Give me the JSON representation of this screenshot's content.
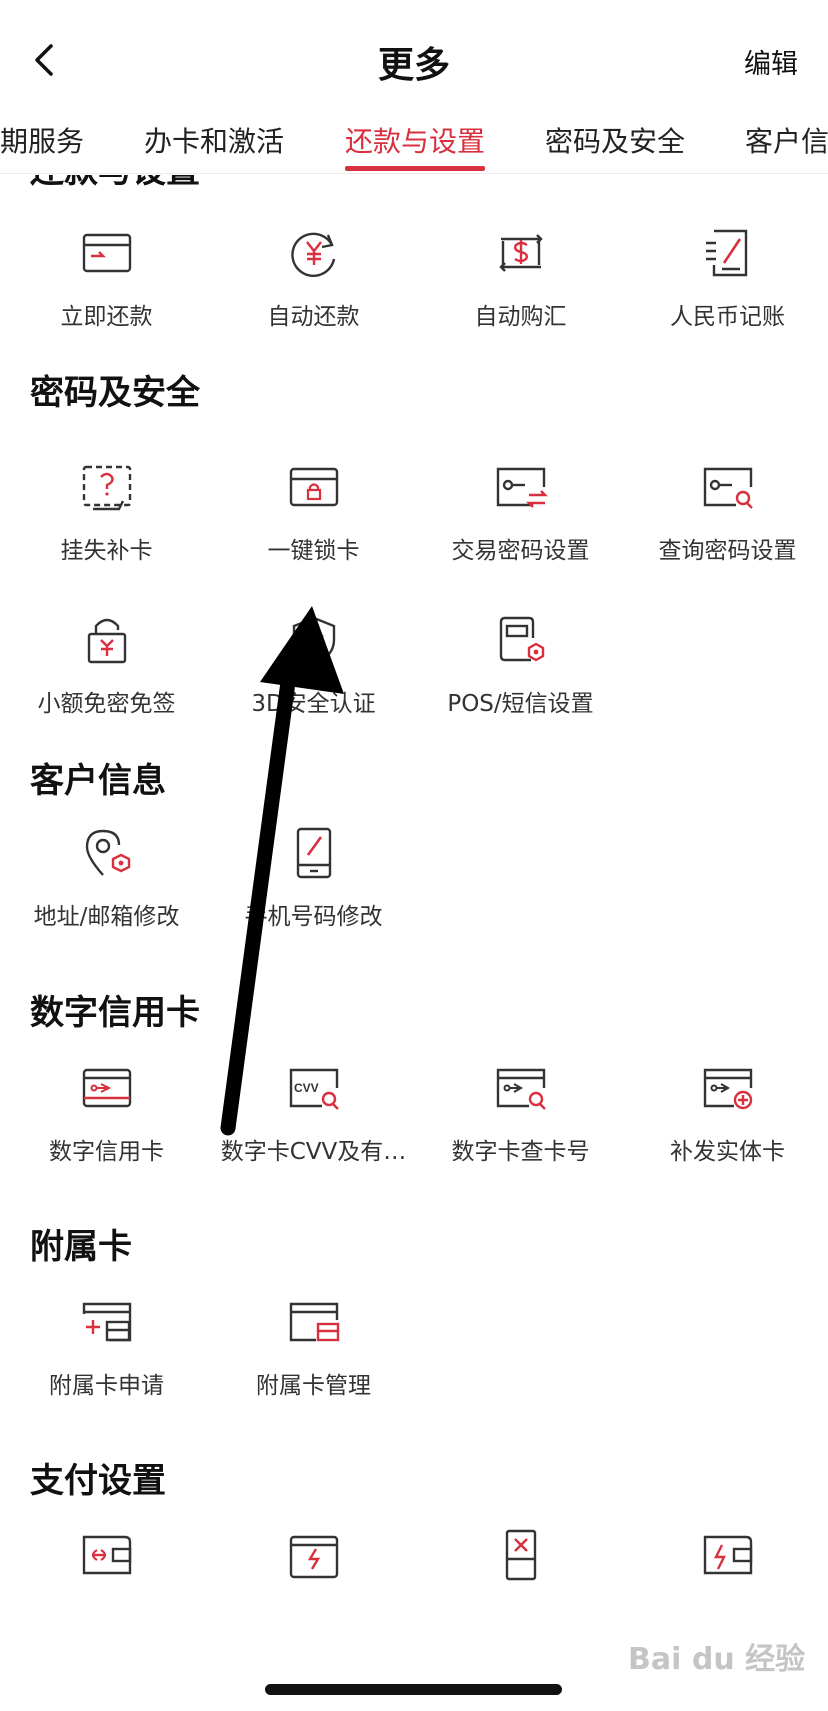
{
  "header": {
    "title": "更多",
    "edit_label": "编辑"
  },
  "tabs": [
    {
      "label": "期服务"
    },
    {
      "label": "办卡和激活"
    },
    {
      "label": "还款与设置",
      "active": true
    },
    {
      "label": "密码及安全"
    },
    {
      "label": "客户信"
    }
  ],
  "partial_section_title": "还款与设置",
  "sections": {
    "repay": {
      "items": [
        {
          "label": "立即还款",
          "icon": "card-repay-icon"
        },
        {
          "label": "自动还款",
          "icon": "yuan-cycle-icon"
        },
        {
          "label": "自动购汇",
          "icon": "dollar-exchange-icon"
        },
        {
          "label": "人民币记账",
          "icon": "ledger-pen-icon"
        }
      ]
    },
    "security": {
      "title": "密码及安全",
      "items": [
        {
          "label": "挂失补卡",
          "icon": "lost-card-icon"
        },
        {
          "label": "一键锁卡",
          "icon": "lock-card-icon"
        },
        {
          "label": "交易密码设置",
          "icon": "key-exchange-icon"
        },
        {
          "label": "查询密码设置",
          "icon": "key-search-icon"
        },
        {
          "label": "小额免密免签",
          "icon": "padlock-yuan-icon"
        },
        {
          "label": "3D安全认证",
          "icon": "shield-3d-icon"
        },
        {
          "label": "POS/短信设置",
          "icon": "pos-settings-icon"
        }
      ]
    },
    "customer": {
      "title": "客户信息",
      "items": [
        {
          "label": "地址/邮箱修改",
          "icon": "location-settings-icon"
        },
        {
          "label": "手机号码修改",
          "icon": "phone-edit-icon"
        }
      ]
    },
    "digital": {
      "title": "数字信用卡",
      "items": [
        {
          "label": "数字信用卡",
          "icon": "digital-card-icon"
        },
        {
          "label": "数字卡CVV及有…",
          "icon": "cvv-search-icon"
        },
        {
          "label": "数字卡查卡号",
          "icon": "card-number-search-icon"
        },
        {
          "label": "补发实体卡",
          "icon": "card-reissue-icon"
        }
      ]
    },
    "supplementary": {
      "title": "附属卡",
      "items": [
        {
          "label": "附属卡申请",
          "icon": "supplementary-apply-icon"
        },
        {
          "label": "附属卡管理",
          "icon": "supplementary-manage-icon"
        }
      ]
    },
    "payment": {
      "title": "支付设置"
    }
  },
  "watermark": "Bai du 经验",
  "colors": {
    "accent": "#d8303f",
    "text": "#222222",
    "icon_stroke": "#333333"
  }
}
